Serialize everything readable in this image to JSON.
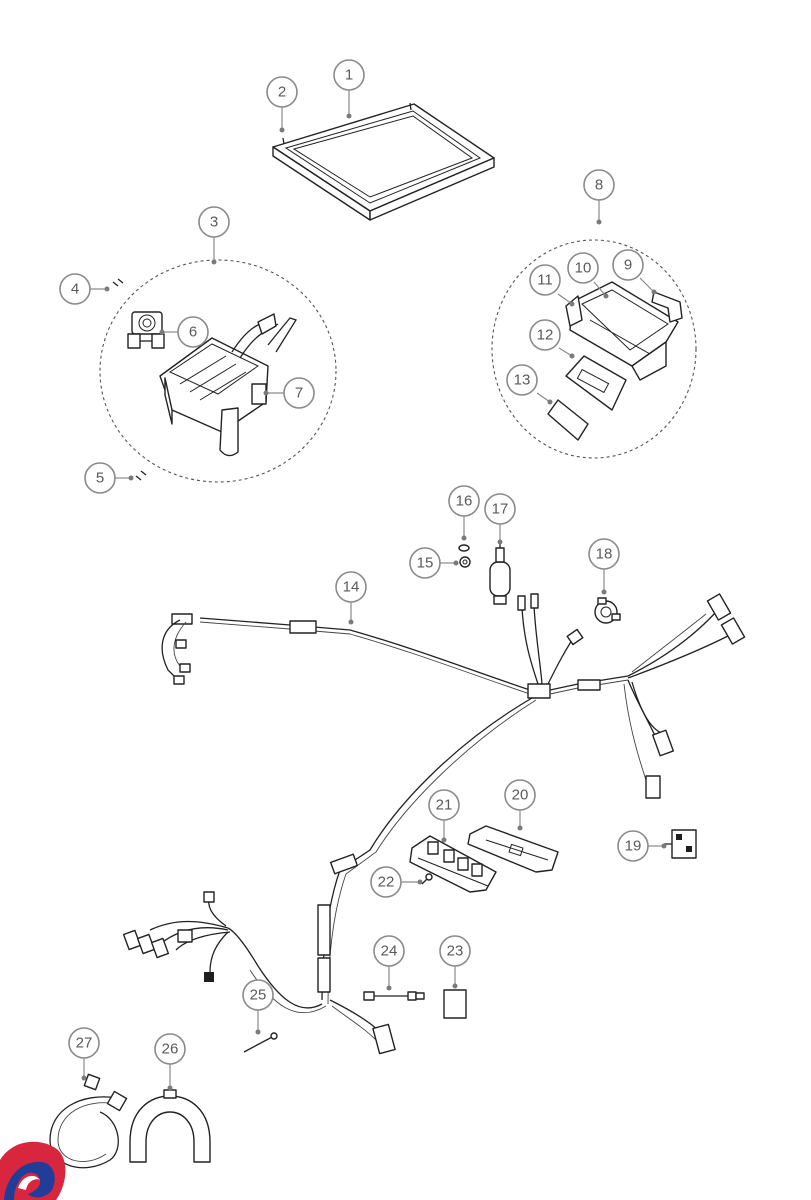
{
  "callouts": [
    "1",
    "2",
    "3",
    "4",
    "5",
    "6",
    "7",
    "8",
    "9",
    "10",
    "11",
    "12",
    "13",
    "14",
    "15",
    "16",
    "17",
    "18",
    "19",
    "20",
    "21",
    "22",
    "23",
    "24",
    "25",
    "26",
    "27"
  ],
  "colors": {
    "callout_stroke": "#8a8a8a",
    "callout_text": "#5a5a5a",
    "line_art": "#222222",
    "logo_red": "#d7263d",
    "logo_blue": "#1f3d99"
  },
  "logo": {
    "icon": "brand-swirl-logo"
  }
}
